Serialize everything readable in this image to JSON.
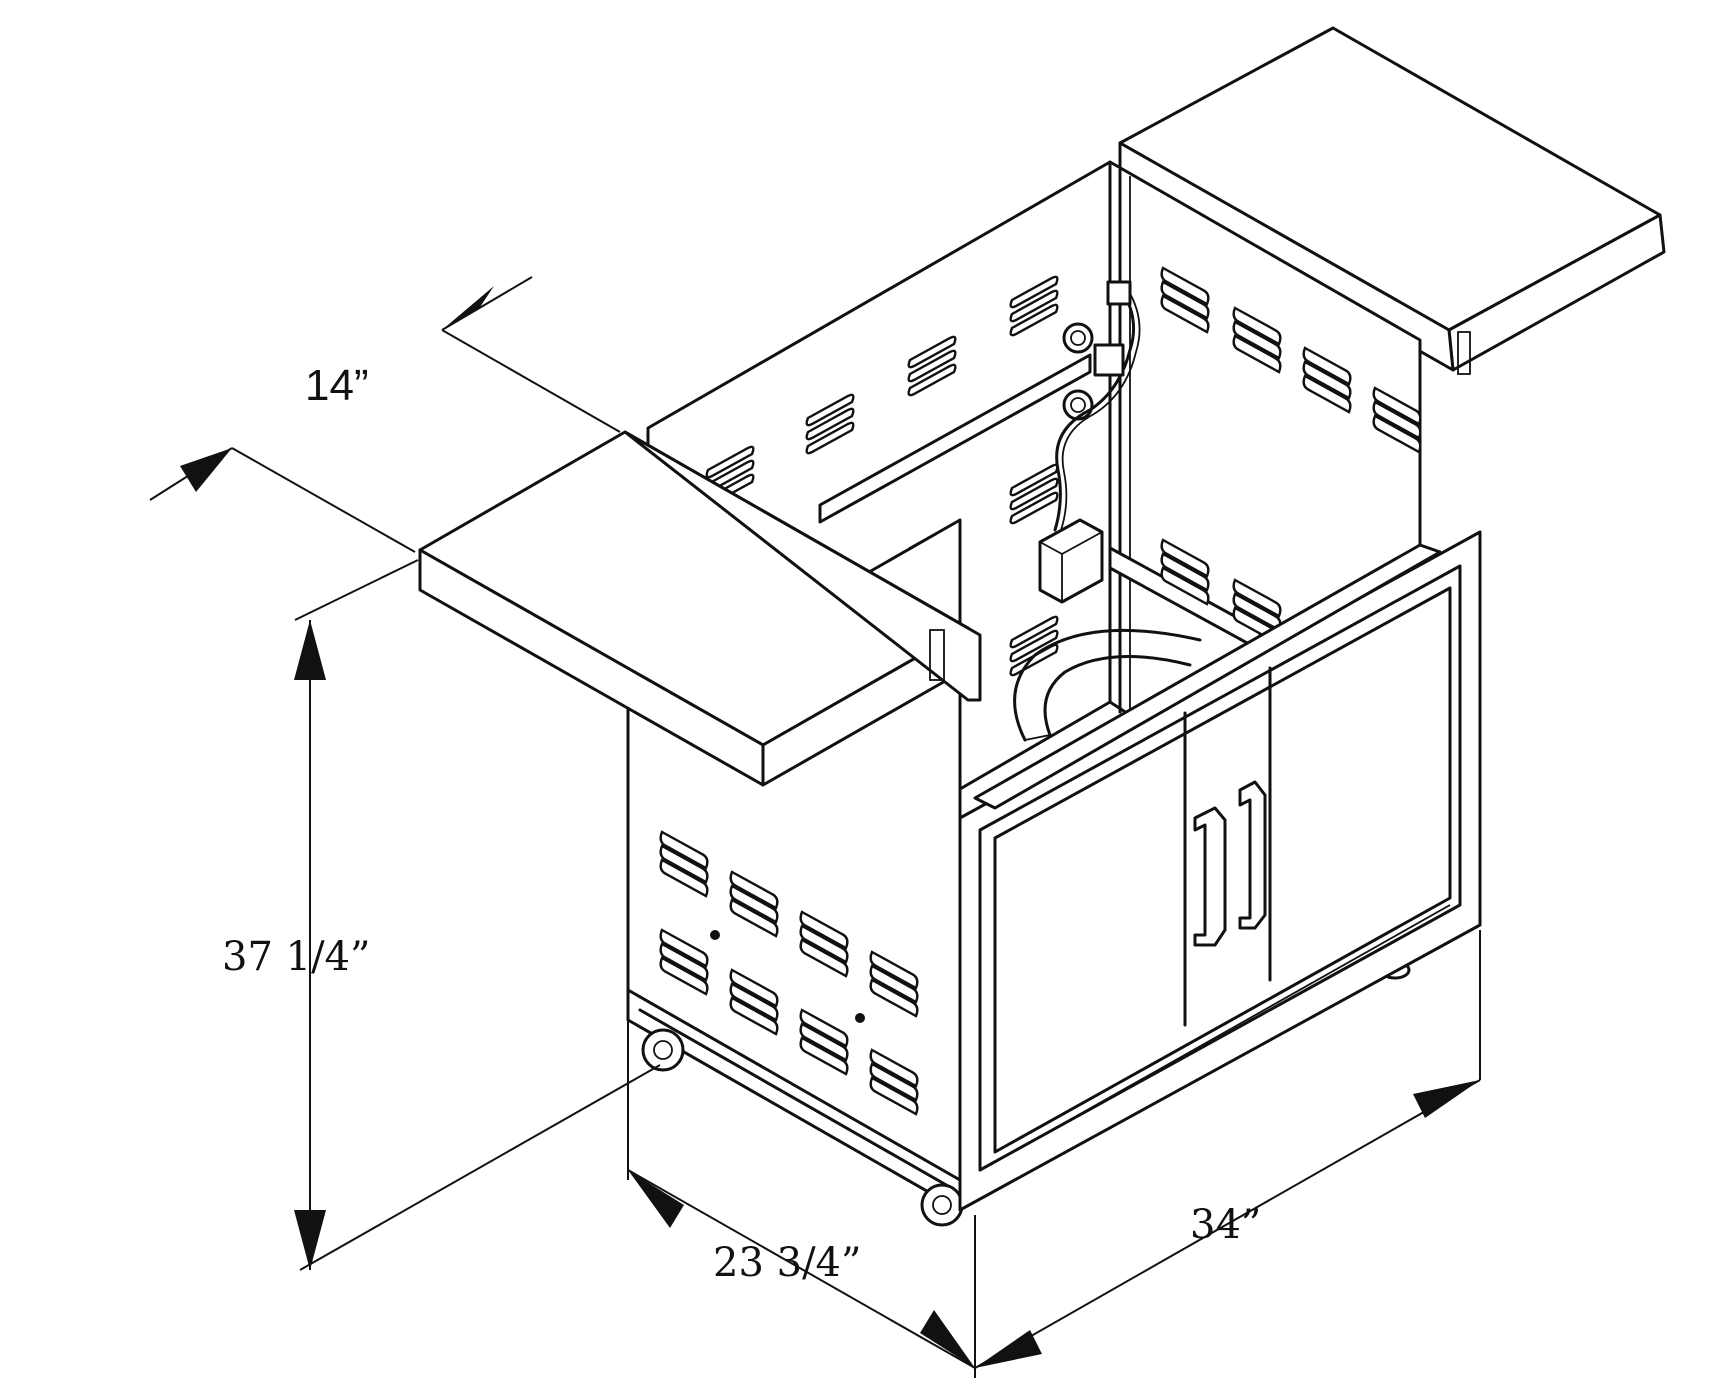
{
  "diagram": {
    "dimensions": {
      "shelf_depth": "14”",
      "height": "37 1/4”",
      "depth": "23 3/4”",
      "width": "34”"
    }
  }
}
